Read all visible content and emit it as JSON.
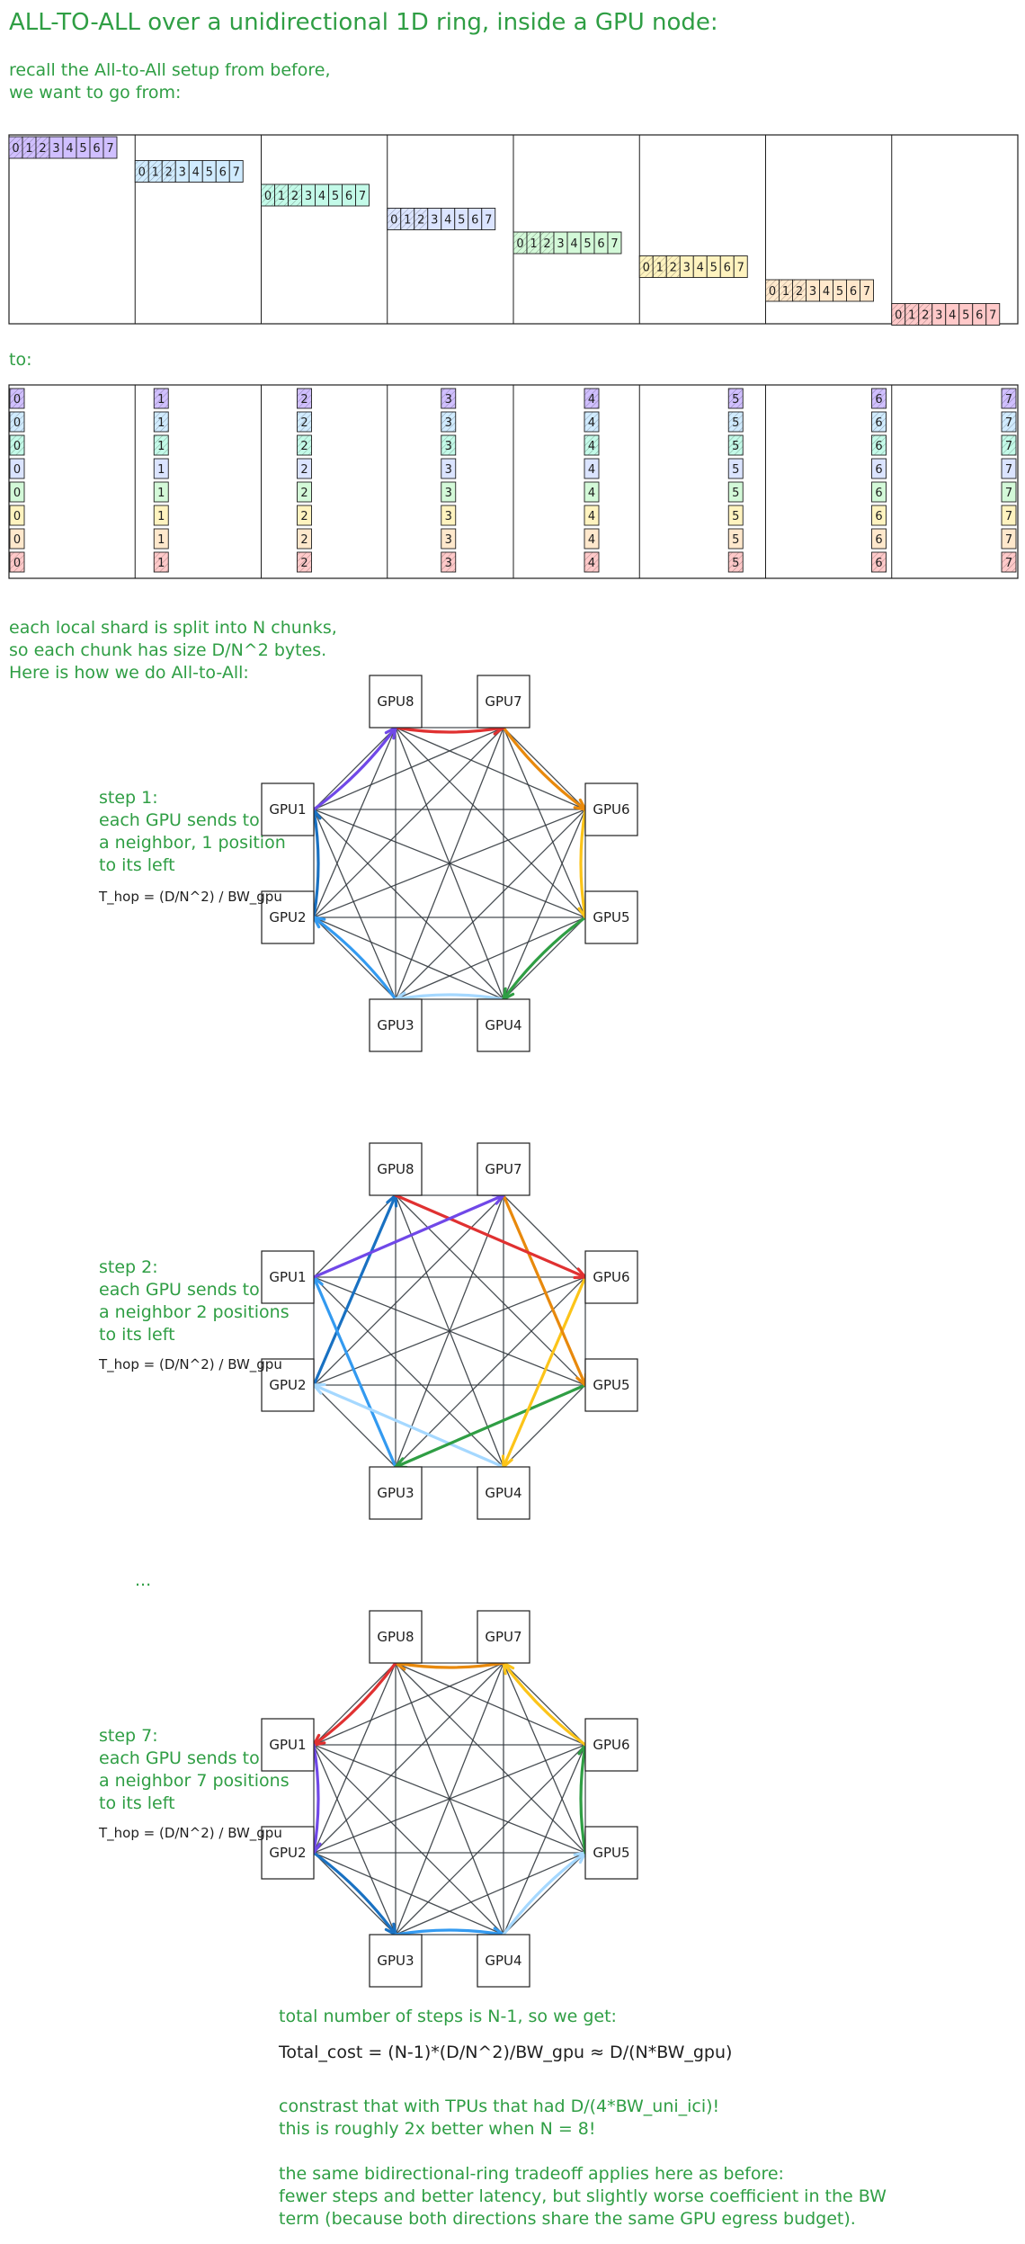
{
  "title": "ALL-TO-ALL over a unidirectional 1D ring, inside a GPU node:",
  "intro": {
    "line1": "recall the All-to-All setup from before,",
    "line2": "we want to go from:"
  },
  "to_label": "to:",
  "shard_text": {
    "line1": "each local shard is split into N chunks,",
    "line2": "so each chunk has size D/N^2 bytes.",
    "line3": "Here is how we do All-to-All:"
  },
  "gpus": [
    "GPU1",
    "GPU2",
    "GPU3",
    "GPU4",
    "GPU5",
    "GPU6",
    "GPU7",
    "GPU8"
  ],
  "chunk_labels": [
    "0",
    "1",
    "2",
    "3",
    "4",
    "5",
    "6",
    "7"
  ],
  "colors": {
    "gpu1": "#7048e8",
    "gpu2": "#1971c2",
    "gpu3": "#339af0",
    "gpu4": "#a5d8ff",
    "gpu5": "#2f9e44",
    "gpu6": "#fcc419",
    "gpu7": "#e8890c",
    "gpu8": "#e03131",
    "text_green": "#2f9e44",
    "ink": "#1e1e1e"
  },
  "steps": [
    {
      "heading": "step 1:",
      "line1": "each GPU sends to",
      "line2": "a neighbor, 1 position",
      "line3": "to its left",
      "formula": "T_hop = (D/N^2) / BW_gpu"
    },
    {
      "heading": "step 2:",
      "line1": "each GPU sends to",
      "line2": "a neighbor 2 positions",
      "line3": "to its left",
      "formula": "T_hop = (D/N^2) / BW_gpu"
    },
    {
      "heading": "step 7:",
      "line1": "each GPU sends to",
      "line2": "a neighbor 7 positions",
      "line3": "to its left",
      "formula": "T_hop = (D/N^2) / BW_gpu"
    }
  ],
  "ellipsis": "...",
  "summary": {
    "steps_line": "total number of steps is N-1, so we get:",
    "total_cost": "Total_cost = (N-1)*(D/N^2)/BW_gpu ≈ D/(N*BW_gpu)",
    "contrast1": "constrast that with TPUs that had D/(4*BW_uni_ici)!",
    "contrast2": "this is roughly 2x better when N = 8!",
    "tradeoff1": "the same bidirectional-ring tradeoff applies here as before:",
    "tradeoff2": "fewer steps and better latency, but slightly worse coefficient in the BW",
    "tradeoff3": "term (because both directions share the same GPU egress budget)."
  }
}
